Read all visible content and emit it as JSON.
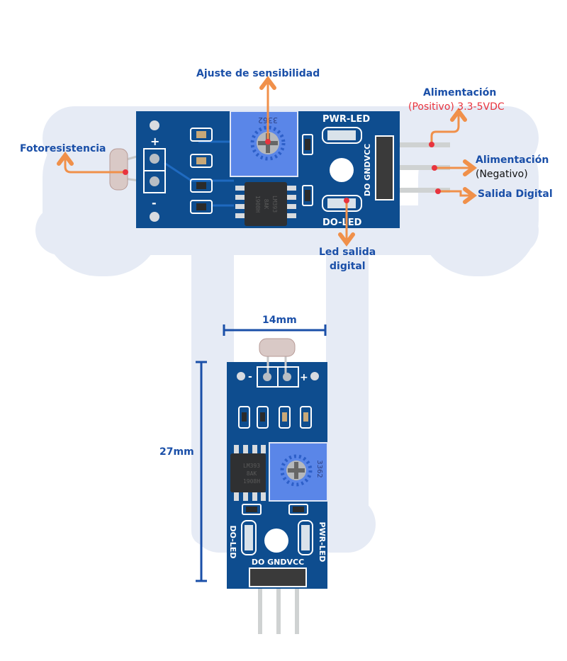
{
  "colors": {
    "label_blue": "#1a4fa8",
    "label_red": "#e8343e",
    "arrow_orange": "#f0904a",
    "pin_dot_red": "#e8343e",
    "pcb_blue": "#0e4d8f",
    "pot_blue": "#5a86e8",
    "watermark": "#e6ebf5"
  },
  "callouts": {
    "sensitivity": "Ajuste de sensibilidad",
    "photoresistor": "Fotoresistencia",
    "power_pos_line1": "Alimentación",
    "power_pos_line2": "(Positivo) 3.3-5VDC",
    "power_neg_line1": "Alimentación",
    "power_neg_line2": "(Negativo)",
    "digital_out": "Salida Digital",
    "led_out_line1": "Led salida",
    "led_out_line2": "digital"
  },
  "dimensions": {
    "width": "14mm",
    "height": "27mm"
  },
  "board_top": {
    "pwr_led": "PWR-LED",
    "do_led": "DO-LED",
    "pins": "DO GNDVCC",
    "pot_marking": "3362",
    "chip_lines": [
      "LM393",
      "8AK",
      "1908H"
    ],
    "plus": "+",
    "minus": "-"
  },
  "board_bottom": {
    "pwr_led": "PWR-LED",
    "do_led": "DO-LED",
    "pins": "DO GNDVCC",
    "pot_marking": "3362",
    "chip_lines": [
      "LM393",
      "8AK",
      "1908H"
    ],
    "plus": "+",
    "minus": "-"
  }
}
